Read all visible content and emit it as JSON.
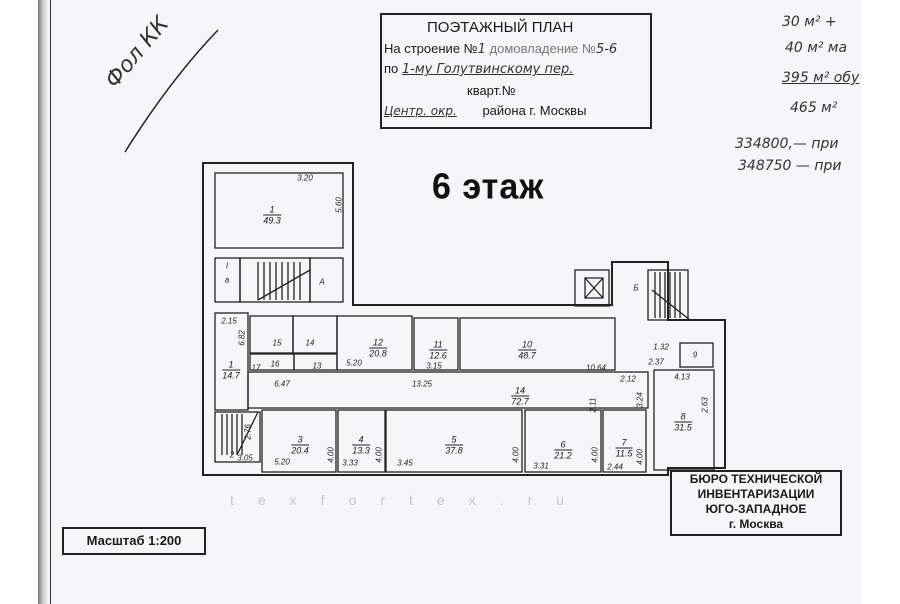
{
  "stamp": {
    "title": "ПОЭТАЖНЫЙ ПЛАН",
    "line1_prefix": "На строение №",
    "line1_hand": "1",
    "line1_suffix": "домовладение №",
    "line1_hand2": "5-6",
    "line2_prefix": "по",
    "line2_hand": "1-му Голутвинскому пер.",
    "line3": "кварт.№",
    "line4_hand": "Центр. окр.",
    "line4_suffix": "района г. Москвы"
  },
  "floor_title": "6 этаж",
  "notes": [
    "30 м² +",
    "40 м² ма",
    "395 м² обу",
    "465 м²",
    "334800,— при",
    "348750 — при"
  ],
  "signature": "Фол КК",
  "rooms": [
    {
      "num": "1",
      "area": "49.3"
    },
    {
      "num": "1",
      "area": "14.7"
    },
    {
      "num": "12",
      "area": "20.8"
    },
    {
      "num": "11",
      "area": "12.6"
    },
    {
      "num": "10",
      "area": "48.7"
    },
    {
      "num": "14",
      "area": "72.7"
    },
    {
      "num": "3",
      "area": "20.4"
    },
    {
      "num": "4",
      "area": "13.3"
    },
    {
      "num": "5",
      "area": "37.8"
    },
    {
      "num": "6",
      "area": "21.2"
    },
    {
      "num": "7",
      "area": "11.5"
    },
    {
      "num": "8",
      "area": "31.5"
    }
  ],
  "small_labels": [
    "15",
    "14",
    "16",
    "13",
    "17",
    "2",
    "9",
    "I",
    "а",
    "А",
    "Б"
  ],
  "dims": [
    "3.20",
    "5.60",
    "2.15",
    "6.82",
    "5.20",
    "3.15",
    "10.64",
    "13.25",
    "6.47",
    "2.12",
    "2.11",
    "3.24",
    "2.37",
    "1.32",
    "4.13",
    "2.63",
    "3.05",
    "5.20",
    "4.00",
    "3.33",
    "4.00",
    "3.45",
    "4.00",
    "3.31",
    "4.00",
    "2.44",
    "4.00",
    "2.76"
  ],
  "bti": [
    "БЮРО ТЕХНИЧЕСКОЙ",
    "ИНВЕНТАРИЗАЦИИ",
    "ЮГО-ЗАПАДНОЕ",
    "г. Москва"
  ],
  "scale_label": "Масштаб 1:200",
  "watermark": "texfortex.ru"
}
